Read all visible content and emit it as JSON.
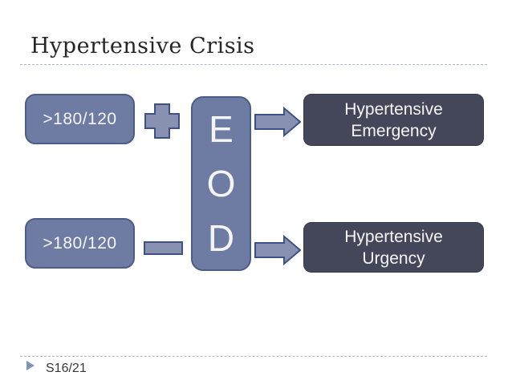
{
  "slide": {
    "title": "Hypertensive Crisis",
    "footer_label": "S16/21"
  },
  "diagram": {
    "bp_top": ">180/120",
    "bp_bottom": ">180/120",
    "eod_letters": [
      "E",
      "O",
      "D"
    ],
    "emergency": {
      "line1": "Hypertensive",
      "line2": "Emergency"
    },
    "urgency": {
      "line1": "Hypertensive",
      "line2": "Urgency"
    }
  },
  "colors": {
    "node_fill": "#6E7CA4",
    "node_border": "#4D5C88",
    "connector_fill": "#8892B0",
    "connector_border": "#3F5086",
    "result_fill": "#44475A",
    "text_light": "#F5F5F5",
    "dashed_line": "#A9B9C9",
    "footer_marker": "#7E96B5",
    "title_color": "#262626",
    "footer_text": "#383838"
  }
}
